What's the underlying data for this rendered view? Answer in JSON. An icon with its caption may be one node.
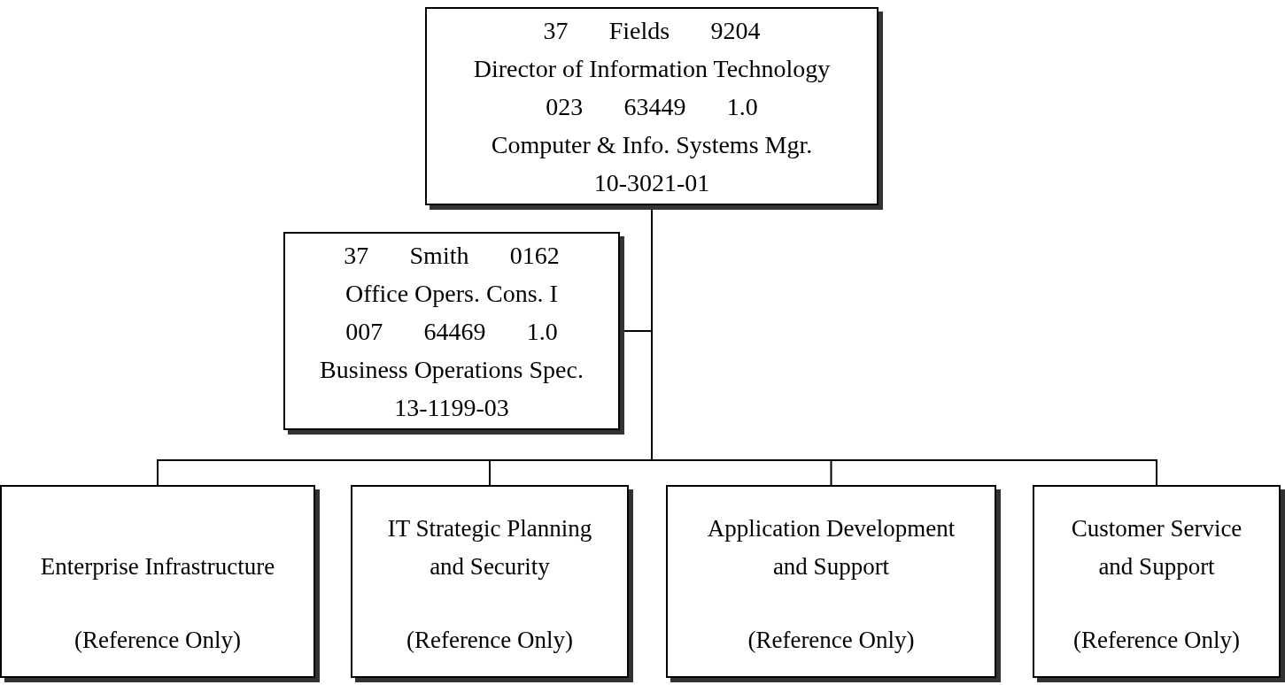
{
  "diagram": {
    "nodes": [
      {
        "text": [
          "37 Fields 9204",
          "Director of Information Technology",
          "023 63449 1.0",
          "Computer & Info. Systems Mgr.",
          "10-3021-01"
        ]
      },
      {
        "text": [
          "37 Smith 0162",
          "Office Opers. Cons. I",
          "007 64469 1.0",
          "Business Operations Spec.",
          "13-1199-03"
        ]
      },
      {
        "text": [
          "Enterprise Infrastructure",
          "(Reference Only)"
        ]
      },
      {
        "text": [
          "IT Strategic Planning and Security",
          "(Reference Only)"
        ]
      },
      {
        "text": [
          "Application Development and Support",
          "(Reference Only)"
        ]
      },
      {
        "text": [
          "Customer Service and Support",
          "(Reference Only)"
        ]
      }
    ],
    "edges": [
      {
        "from": 0,
        "to": 1,
        "arrow": "none"
      },
      {
        "from": 0,
        "to": 2,
        "arrow": "none"
      },
      {
        "from": 0,
        "to": 3,
        "arrow": "none"
      },
      {
        "from": 0,
        "to": 4,
        "arrow": "none"
      },
      {
        "from": 0,
        "to": 5,
        "arrow": "none"
      }
    ]
  }
}
